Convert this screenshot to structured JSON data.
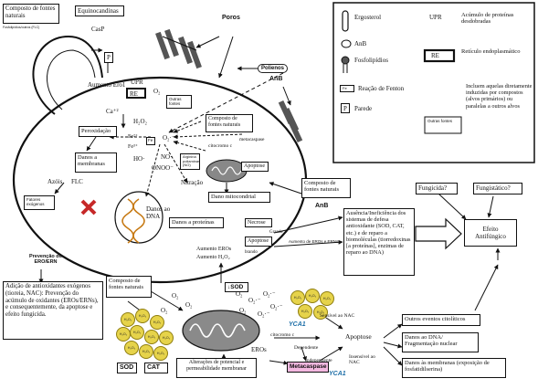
{
  "cell": {
    "label_composto_top": "Composto de fontes naturais",
    "label_equinocandinas": "Equinocandinas",
    "label_casp": "CasP",
    "label_parede_p": "P",
    "label_tiny_ref": "Fosfolipídios/outros (FLC)",
    "label_poros": "Poros",
    "label_polienos": "Polienos",
    "label_anb": "AnB",
    "label_aumento_ero1": "Aumento Ero1",
    "label_upr": "UPR",
    "label_re": "RE",
    "label_o2_top": "O₂",
    "label_ca": "Ca⁺²",
    "label_outras_fontes": "Outras fontes",
    "label_composto_mid": "Composto de fontes naturais",
    "label_h2o2": "H₂O₂",
    "label_fe2": "Fe²⁺",
    "label_fe3": "Fe³⁺",
    "label_fe": "Fe",
    "label_ho": "HO·",
    "label_o2_rad": "O₂·⁻",
    "label_no": "NO·",
    "label_onoo": "ONOO⁻",
    "label_peroxidacao": "Peroxidação",
    "label_danos_membranas": "Danos a membranas",
    "label_azois": "Azóis",
    "label_flc": "FLC",
    "label_fatores_exog": "Fatores exógenos",
    "label_nitrosacao": "Nitração",
    "label_arginina": "Arginina poliaminas (NO)",
    "label_citocromo": "citocromo c",
    "label_metacaspase_top": "metacaspase",
    "label_apoptose_mid": "Apoptose",
    "label_dano_mito": "Dano mitocondrial",
    "label_danos_dna": "Danos ao DNA",
    "label_danos_proteinas": "Danos a proteínas",
    "label_necrose": "Necrose",
    "label_grande": "Grande",
    "label_apoptose_box": "Apoptose",
    "label_brando": "brando",
    "label_aumento_eros": "Aumento EROs",
    "label_aumento_h2o2": "Aumento H₂O₂",
    "label_composto_right": "Composto de fontes naturais",
    "label_anb_right": "AnB",
    "label_aumento_eros_arrow": "Aumento de EROs e ERNs"
  },
  "legend": {
    "ergosterol": "Ergosterol",
    "anb": "AnB",
    "fosfolipidios": "Fosfolipídios",
    "fenton": "Reação de Fenton",
    "parede_sym": "P",
    "parede": "Parede",
    "upr": "UPR",
    "upr_desc": "Acúmulo de proteínas desdobradas",
    "re": "RE",
    "re_desc": "Retículo endoplasmático",
    "outras": "Outras fontes",
    "outras_desc": "Incluem aquelas diretamente induzidas por compostos (alvos primários) ou paralelas a outros alvos"
  },
  "right": {
    "defesa_text": "Ausência/Ineficiência dos sistemas de defesa antioxidante (SOD, CAT, etc.) e de reparo a biomoléculas (tiorredoxinas [a proteínas], enzimas de reparo ao DNA)",
    "fungicida": "Fungicida?",
    "fungistatico": "Fungistático?",
    "efeito": "Efeito Antifúngico"
  },
  "bottom": {
    "prevencao": "Prevenção do ERO/ERN",
    "adicao": "Adição de antioxidantes exógenos (tioreia, NAC): Prevenção do acúmulo de oxidantes (EROs/ERNs), e consequentemente, da apoptose e efeito fungicida.",
    "composto": "Composto de fontes naturais",
    "o2_list": [
      "O₂",
      "O₂",
      "O₂",
      "O₂",
      "O₂·⁻",
      "O₂·⁻",
      "O₂",
      "O₂·⁻",
      "O₂·⁻"
    ],
    "sod_top": "↓SOD",
    "h2o2_mol": "H₂O₂",
    "sod": "SOD",
    "cat": "CAT",
    "alteracoes": "Alterações de potencial e permeabilidade membranar",
    "eros": "EROs",
    "citocromo": "citocromo c",
    "dependente": "Dependente",
    "metacaspase": "Metacaspase",
    "independente": "Independente",
    "yca1_top": "YCA1",
    "yca1_bottom": "YCA1",
    "sensivel": "Sensível ao NAC",
    "insensivel": "Insensível ao NAC",
    "apoptose": "Apoptose",
    "outros_eventos": "Outros eventos citolíticos",
    "danos_dna": "Danos ao DNA/ Fragmentação nuclear",
    "danos_membranas": "Danos às membranas (exposição de fosfatidilserina)"
  }
}
